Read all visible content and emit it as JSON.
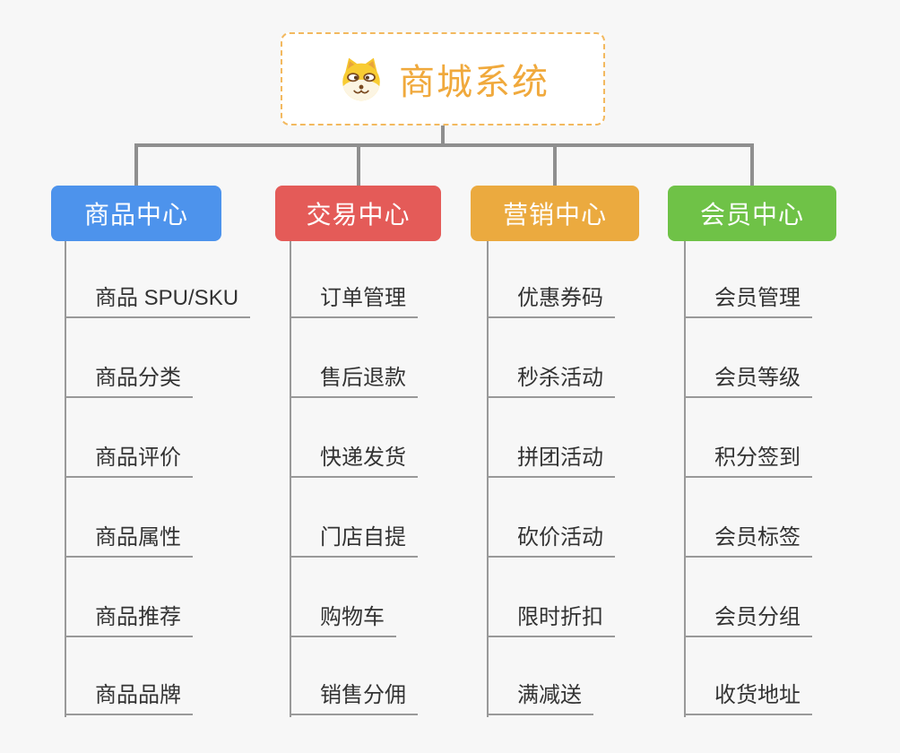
{
  "app": {
    "view": "mindmap-org-chart"
  },
  "root": {
    "title": "商城系统",
    "icon": "dog-face-icon",
    "title_color": "#F0A93C",
    "border_color": "#F3B95F"
  },
  "branches": [
    {
      "label": "商品中心",
      "color": "#4D93EC",
      "items": [
        "商品 SPU/SKU",
        "商品分类",
        "商品评价",
        "商品属性",
        "商品推荐",
        "商品品牌"
      ]
    },
    {
      "label": "交易中心",
      "color": "#E45B58",
      "items": [
        "订单管理",
        "售后退款",
        "快递发货",
        "门店自提",
        "购物车",
        "销售分佣"
      ]
    },
    {
      "label": "营销中心",
      "color": "#EBAA3F",
      "items": [
        "优惠券码",
        "秒杀活动",
        "拼团活动",
        "砍价活动",
        "限时折扣",
        "满减送"
      ]
    },
    {
      "label": "会员中心",
      "color": "#6FC247",
      "items": [
        "会员管理",
        "会员等级",
        "积分签到",
        "会员标签",
        "会员分组",
        "收货地址"
      ]
    }
  ],
  "colors": {
    "background": "#F7F7F7",
    "connector": "#8F8F8F",
    "leaf_line": "#999999",
    "leaf_text": "#333333"
  }
}
